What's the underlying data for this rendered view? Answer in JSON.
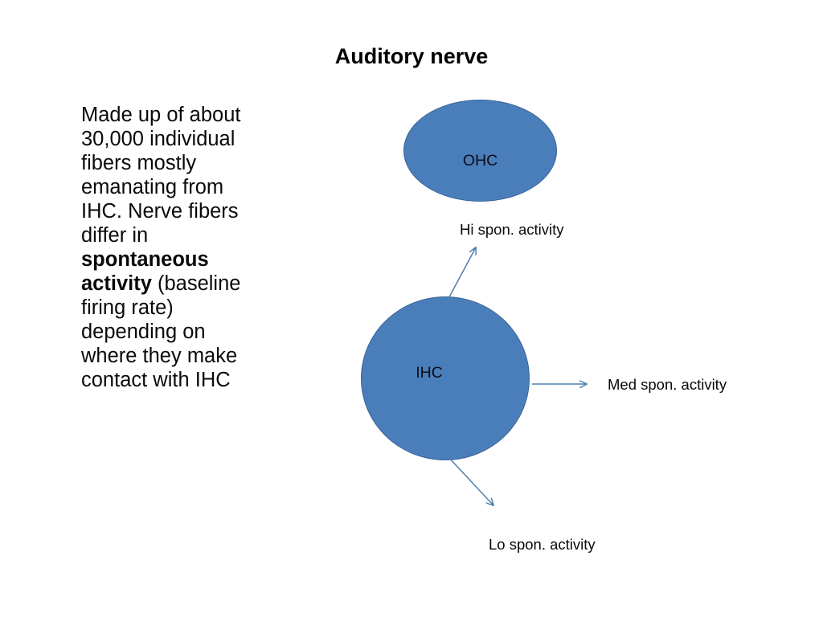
{
  "slide": {
    "title": "Auditory nerve",
    "background_color": "#ffffff",
    "text_color": "#000000"
  },
  "body": {
    "segments": [
      {
        "text": "Made up of about 30,000 individual fibers mostly emanating from IHC. Nerve fibers differ in ",
        "bold": false
      },
      {
        "text": "spontaneous activity",
        "bold": true
      },
      {
        "text": " (baseline firing rate) depending on where they make contact with IHC",
        "bold": false
      }
    ],
    "plain_text": "Made up of about 30,000 individual fibers mostly emanating from IHC. Nerve fibers differ in spontaneous activity (baseline firing rate) depending on where they make contact with IHC"
  },
  "diagram": {
    "shape_fill_color": "#4a7ebb",
    "shape_border_color": "#3a6298",
    "arrow_color": "#4e7fae",
    "shapes": [
      {
        "id": "ohc",
        "label": "OHC",
        "kind": "ellipse"
      },
      {
        "id": "ihc",
        "label": "IHC",
        "kind": "ellipse"
      }
    ],
    "arrows": [
      {
        "id": "hi",
        "label": "Hi spon. activity",
        "direction": "up-right",
        "from": "ihc"
      },
      {
        "id": "med",
        "label": "Med spon. activity",
        "direction": "right",
        "from": "ihc"
      },
      {
        "id": "lo",
        "label": "Lo spon. activity",
        "direction": "down-right",
        "from": "ihc"
      }
    ]
  }
}
